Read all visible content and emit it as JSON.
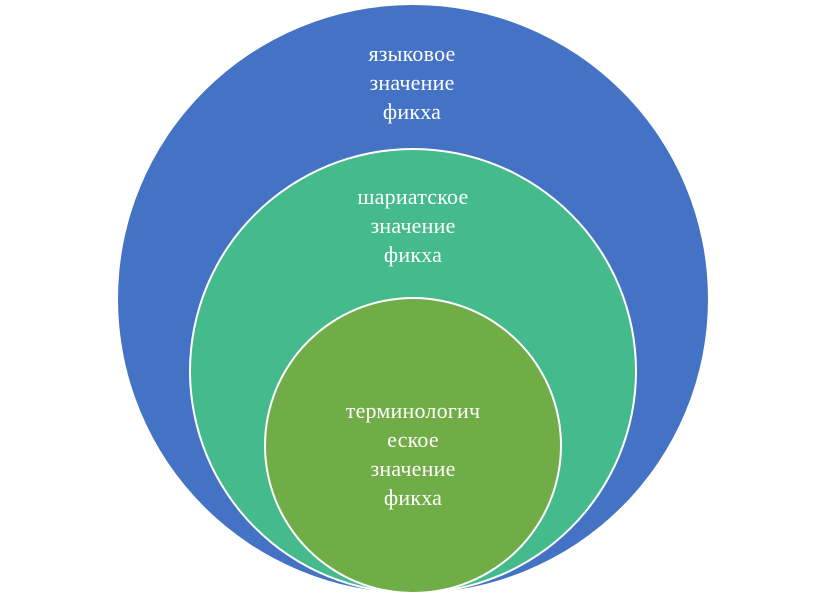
{
  "colors": {
    "outer_circle": "#4472c4",
    "middle_circle": "#44ba8d",
    "inner_circle": "#70ad47",
    "border": "#ffffff",
    "text": "#ffffff"
  },
  "circles": {
    "outer": {
      "lines": [
        "языковое",
        "значение",
        "фикха"
      ]
    },
    "middle": {
      "lines": [
        "шариатское",
        "значение",
        "фикха"
      ]
    },
    "inner": {
      "lines": [
        "терминологич",
        "еское",
        "значение",
        "фикха"
      ]
    }
  }
}
